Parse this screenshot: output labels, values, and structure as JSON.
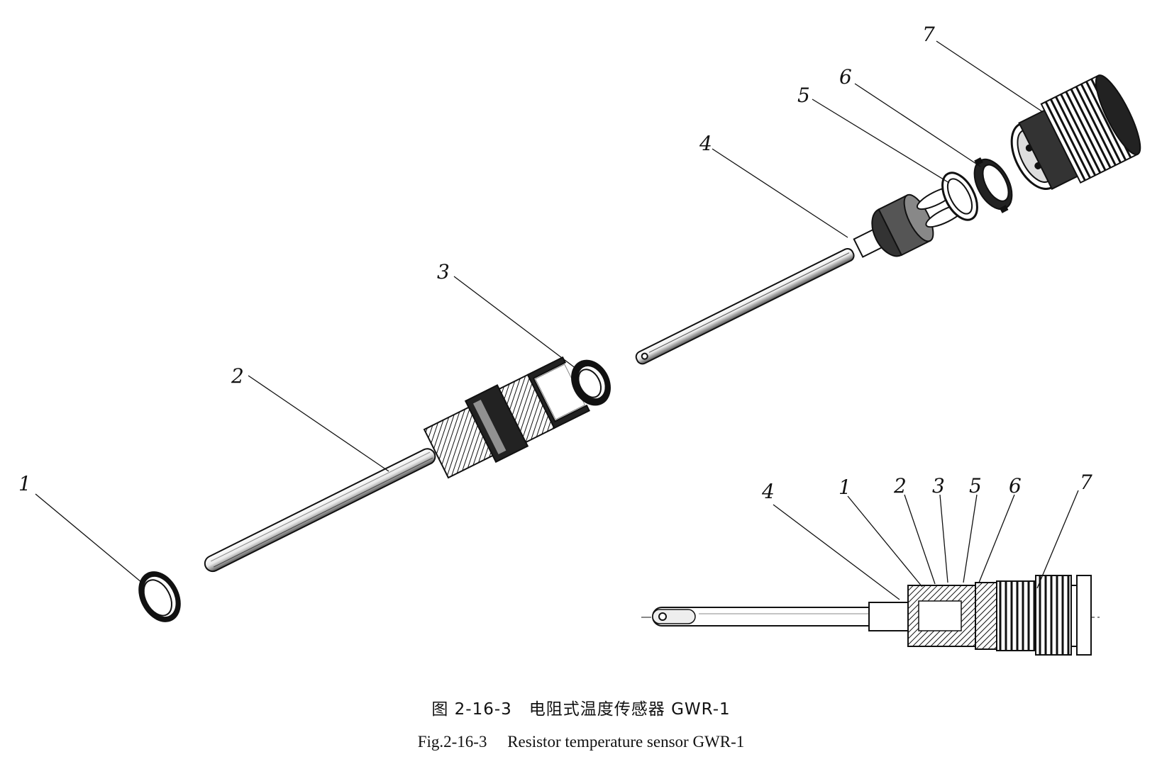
{
  "exploded_view": {
    "callouts": [
      "1",
      "2",
      "3",
      "4",
      "5",
      "6",
      "7"
    ]
  },
  "assembled_view": {
    "callouts": [
      "4",
      "1",
      "2",
      "3",
      "5",
      "6",
      "7"
    ]
  },
  "caption": {
    "chinese": "图 2-16-3　电阻式温度传感器 GWR-1",
    "english": "Fig.2-16-3　 Resistor temperature sensor GWR-1"
  }
}
